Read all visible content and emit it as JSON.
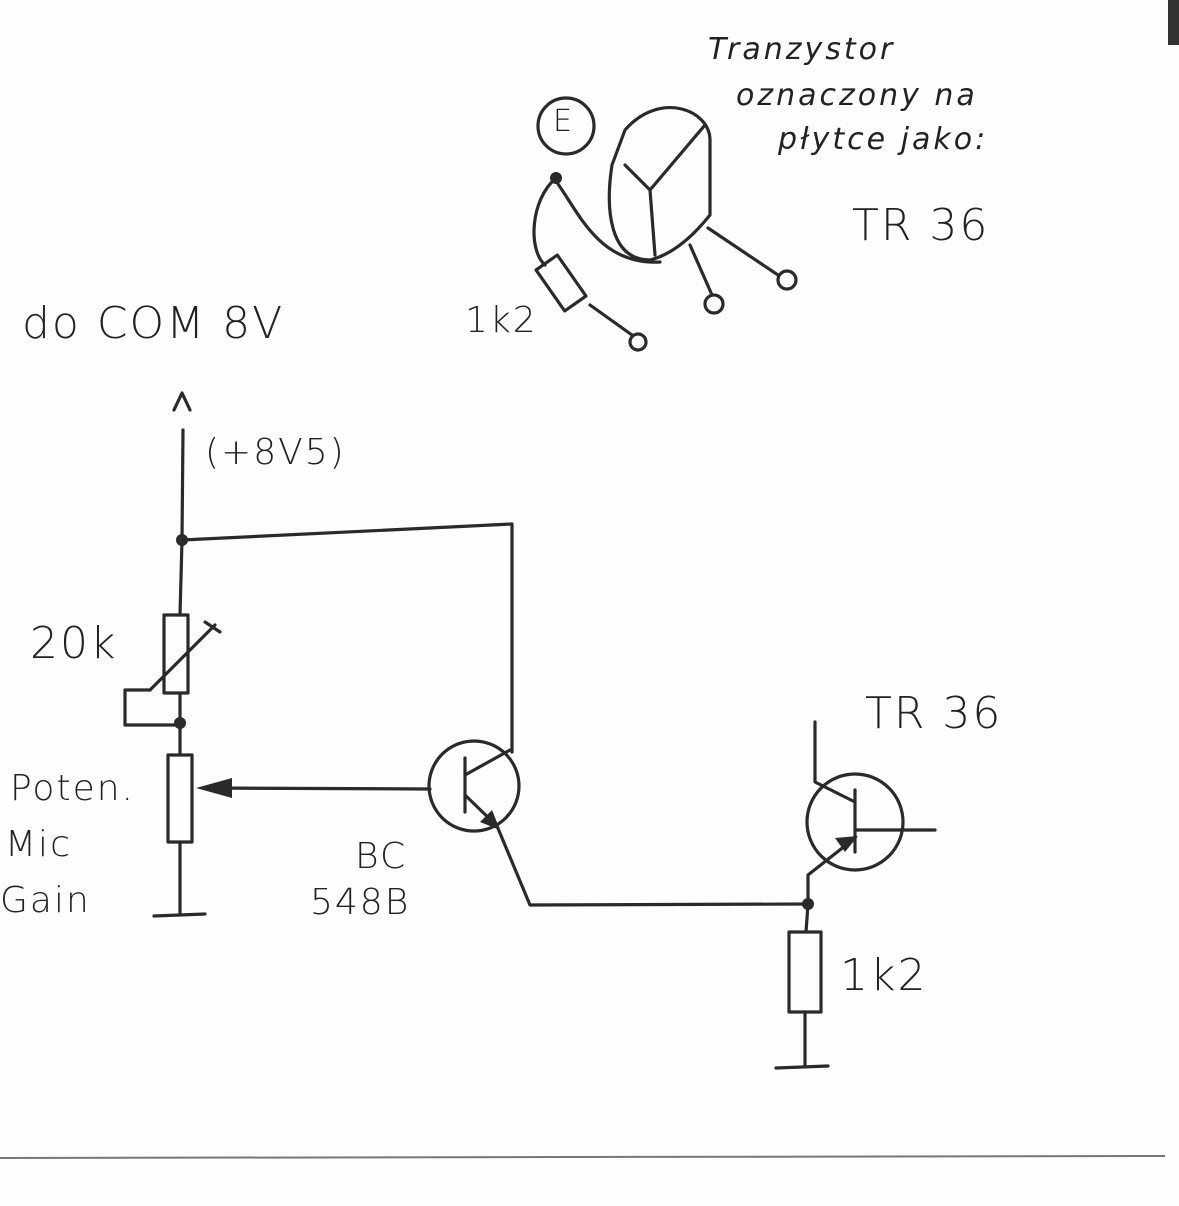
{
  "note": {
    "line1": "Tranzystor",
    "line2": "oznaczony na",
    "line3": "płytce jako:",
    "part": "TR 36",
    "emitter_label": "E",
    "resistor": "1k2"
  },
  "schematic": {
    "supply_target": "do COM 8V",
    "supply_voltage": "(+8V5)",
    "trimmer": "20k",
    "pot_line1": "Poten.",
    "pot_line2": "Mic",
    "pot_line3": "Gain",
    "q1_line1": "BC",
    "q1_line2": "548B",
    "q2": "TR 36",
    "emitter_resistor": "1k2"
  },
  "colors": {
    "ink": "#2a2a2a",
    "paper": "#fdfdfd"
  }
}
